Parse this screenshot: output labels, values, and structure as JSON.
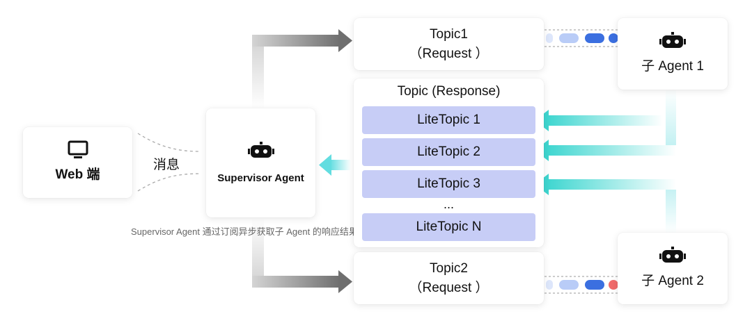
{
  "web_client": {
    "label": "Web 端",
    "icon": "monitor-icon"
  },
  "message_label": "消息",
  "supervisor": {
    "label": "Supervisor Agent",
    "icon": "robot-icon"
  },
  "caption": "Supervisor Agent 通过订阅异步获取子 Agent 的响应结果",
  "topic1": {
    "title": "Topic1",
    "subtitle": "（Request ）"
  },
  "topic2": {
    "title": "Topic2",
    "subtitle": "（Request ）"
  },
  "response": {
    "title": "Topic (Response)",
    "lite_topics": [
      "LiteTopic 1",
      "LiteTopic 2",
      "LiteTopic 3"
    ],
    "ellipsis": "...",
    "last": "LiteTopic N"
  },
  "agent1": {
    "label": "子 Agent 1",
    "icon": "robot-icon"
  },
  "agent2": {
    "label": "子 Agent 2",
    "icon": "robot-icon"
  },
  "colors": {
    "grey_arrow": "#7a7a7a",
    "teal_arrow": "#3fd6d0",
    "lite_topic_fill": "#c7cdf6",
    "queue_blue": "#3b6fe0",
    "queue_light": "#b9ccf7",
    "queue_red": "#f06b6b"
  }
}
